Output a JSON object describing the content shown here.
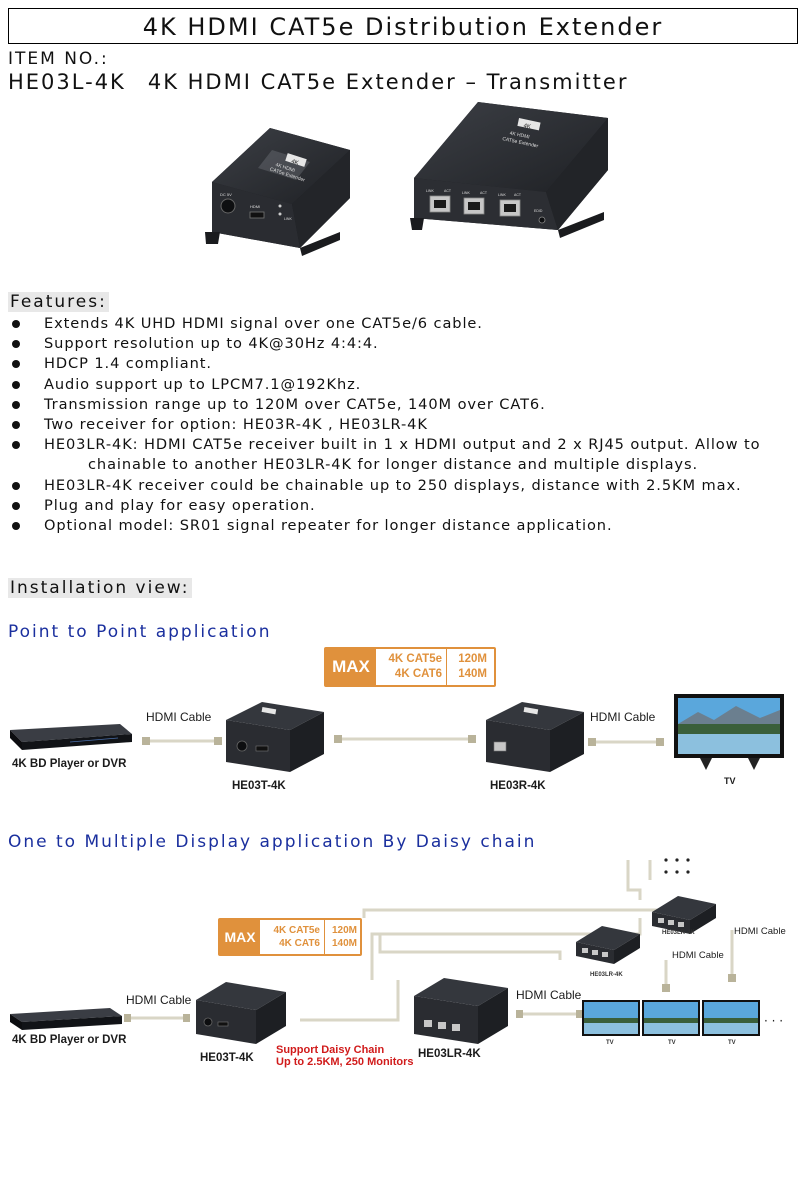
{
  "header": {
    "title": "4K HDMI CAT5e Distribution Extender",
    "item_no_label": "ITEM NO.:",
    "model": "HE03L-4K",
    "model_desc": "4K HDMI CAT5e Extender – Transmitter"
  },
  "product_photos": {
    "left_device": {
      "badge": "4K",
      "name1": "4K HDMI",
      "name2": "CAT5e Extender",
      "port_dc": "DC 5V",
      "port_hdmi": "HDMI",
      "led": "LINK"
    },
    "right_device": {
      "badge": "4K",
      "name1": "4K HDMI",
      "name2": "CAT5e Extender",
      "ports": [
        "LINK",
        "ACT",
        "LINK",
        "ACT",
        "LINK",
        "ACT"
      ],
      "edid": "EDID"
    }
  },
  "features": {
    "heading": "Features:",
    "items": [
      {
        "text": "Extends 4K UHD HDMI signal over one CAT5e/6 cable.",
        "cont": ""
      },
      {
        "text": "Support resolution up to 4K@30Hz 4:4:4.",
        "cont": ""
      },
      {
        "text": "HDCP 1.4 compliant.",
        "cont": ""
      },
      {
        "text": "Audio support up to LPCM7.1@192Khz.",
        "cont": ""
      },
      {
        "text": "Transmission range up to 120M over CAT5e, 140M over CAT6.",
        "cont": ""
      },
      {
        "text": "Two receiver for option: HE03R-4K , HE03LR-4K",
        "cont": ""
      },
      {
        "text": "HE03LR-4K: HDMI CAT5e receiver built in 1 x HDMI output and 2 x RJ45 output. Allow to",
        "cont": "chainable to another HE03LR-4K for longer distance and multiple displays."
      },
      {
        "text": "HE03LR-4K receiver could be chainable up to 250 displays, distance with 2.5KM max.",
        "cont": ""
      },
      {
        "text": "Plug and play for easy operation.",
        "cont": ""
      },
      {
        "text": "Optional model: SR01 signal repeater for longer distance application.",
        "cont": ""
      }
    ]
  },
  "installation": {
    "heading": "Installation view:",
    "p2p": {
      "heading": "Point to Point application",
      "max": {
        "label": "MAX",
        "cat5e": "4K CAT5e",
        "cat6": "4K CAT6",
        "d1": "120M",
        "d2": "140M"
      },
      "source": "4K BD Player or DVR",
      "hdmi_cable_left": "HDMI Cable",
      "hdmi_cable_right": "HDMI Cable",
      "tx": "HE03T-4K",
      "rx": "HE03R-4K",
      "tv": "TV"
    },
    "daisy": {
      "heading": "One to Multiple Display application By Daisy chain",
      "max": {
        "label": "MAX",
        "cat5e": "4K CAT5e",
        "cat6": "4K CAT6",
        "d1": "120M",
        "d2": "140M"
      },
      "source": "4K BD Player or DVR",
      "hdmi_cable_left": "HDMI Cable",
      "tx": "HE03T-4K",
      "rx_main": "HE03LR-4K",
      "rx_small1": "HE03LR-4K",
      "rx_small2": "HE03LR-4K",
      "hdmi_cable_main": "HDMI Cable",
      "hdmi_cable_mid": "HDMI Cable",
      "hdmi_cable_top": "HDMI Cable",
      "support_line1": "Support Daisy Chain",
      "support_line2": "Up to 2.5KM, 250 Monitors",
      "tvs": [
        "TV",
        "TV",
        "TV"
      ],
      "ellipsis": "· · ·"
    }
  },
  "colors": {
    "accent_orange": "#e0913c",
    "heading_blue": "#1a2f9e",
    "warning_red": "#d11b1b",
    "device": "#2a2c30",
    "cable": "#d9d6c6"
  }
}
